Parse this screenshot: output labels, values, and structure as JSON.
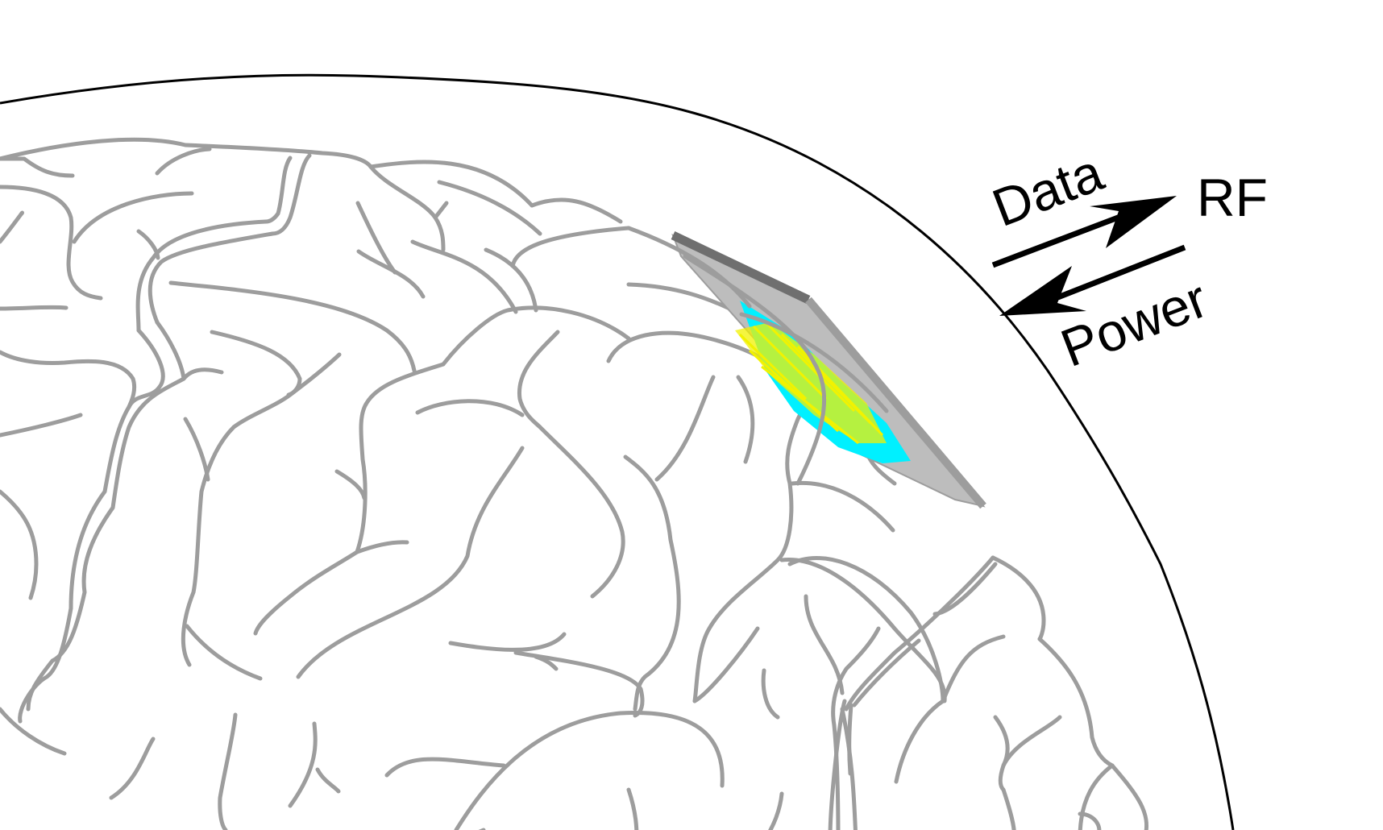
{
  "labels": {
    "data": "Data",
    "rf": "RF",
    "power": "Power"
  },
  "colors": {
    "skull": "#000000",
    "sulci": "#9d9d9d",
    "implant_body": "#bdbdbd",
    "implant_edge": "#6f6f6f",
    "electrode_cyan": "#00f0ff",
    "electrode_yellow": "#f2f200",
    "arrows": "#000000"
  },
  "elements": {
    "skull": "skull-outline",
    "brain": "brain-cortex",
    "implant": "implant-device",
    "arrow_up": "data-arrow-icon",
    "arrow_down": "power-arrow-icon"
  }
}
